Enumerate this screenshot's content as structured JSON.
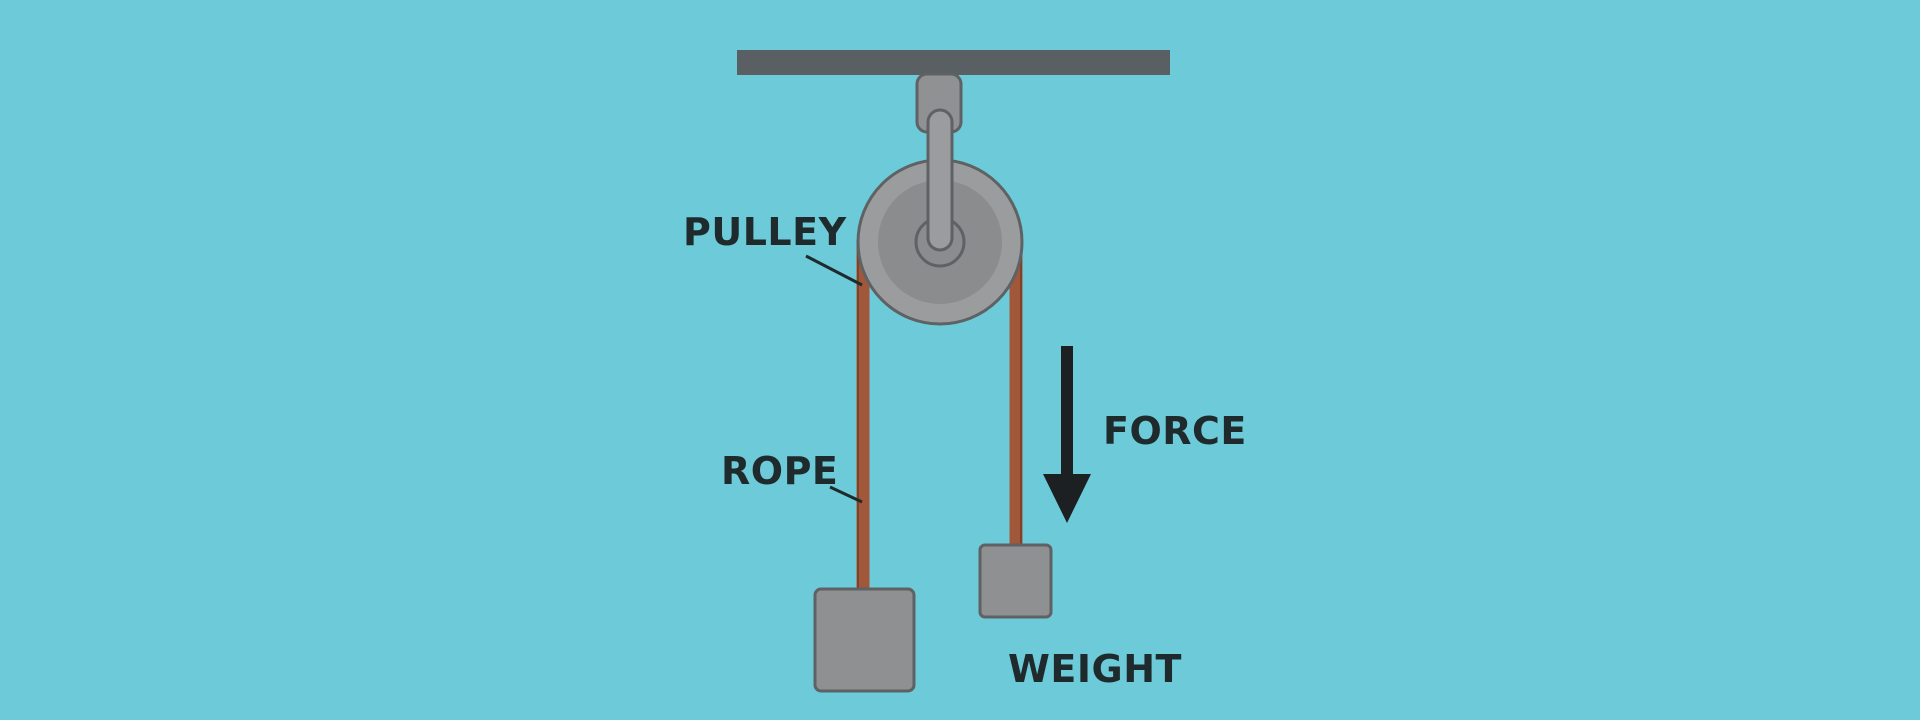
{
  "labels": {
    "pulley": "PULLEY",
    "rope": "ROPE",
    "force": "FORCE",
    "weight": "WEIGHT"
  },
  "colors": {
    "background": "#6dcbd9",
    "ceiling": "#5a5f63",
    "pulley_outer": "#9a9c9e",
    "pulley_inner": "#8a8c8e",
    "rope": "#a0573a",
    "weight": "#8e9092",
    "outline": "#5f6264",
    "arrow": "#1c2023",
    "text": "#1f2a2c"
  }
}
